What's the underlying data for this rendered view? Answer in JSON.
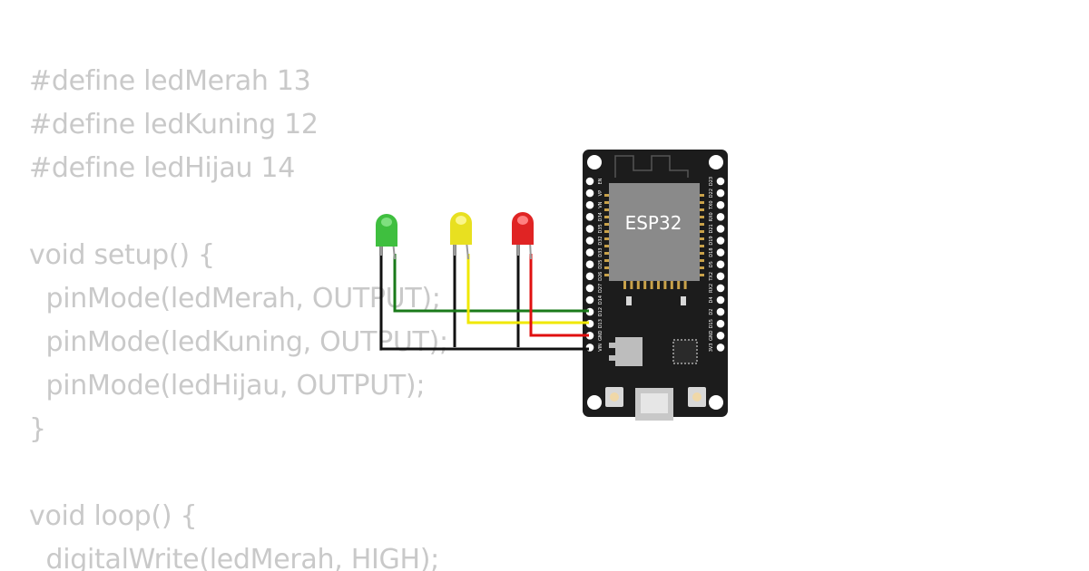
{
  "code": {
    "lines": [
      "#define ledMerah 13",
      "#define ledKuning 12",
      "#define ledHijau 14",
      "",
      "void setup() {",
      "  pinMode(ledMerah, OUTPUT);",
      "  pinMode(ledKuning, OUTPUT);",
      "  pinMode(ledHijau, OUTPUT);",
      "}",
      "",
      "void loop() {",
      "  digitalWrite(ledMerah, HIGH);"
    ]
  },
  "board": {
    "chip_label": "ESP32",
    "left_pins": [
      "EN",
      "VP",
      "VN",
      "D34",
      "D35",
      "D32",
      "D33",
      "D25",
      "D26",
      "D27",
      "D14",
      "D12",
      "D13",
      "GND",
      "VIN"
    ],
    "right_pins": [
      "D23",
      "D22",
      "TX0",
      "RX0",
      "D21",
      "D19",
      "D18",
      "D5",
      "TX2",
      "RX2",
      "D4",
      "D2",
      "D15",
      "GND",
      "3V3"
    ]
  },
  "leds": [
    {
      "name": "green",
      "color": "#3fbf3f"
    },
    {
      "name": "yellow",
      "color": "#e8e020"
    },
    {
      "name": "red",
      "color": "#e02424"
    }
  ],
  "wires": {
    "green": "#1a7a1a",
    "yellow": "#f0e800",
    "red": "#e01010",
    "ground": "#111111"
  }
}
